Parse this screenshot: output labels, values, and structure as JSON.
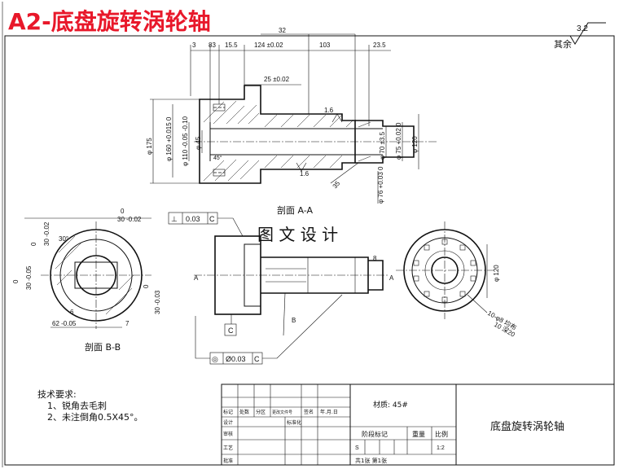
{
  "title": "A2-底盘旋转涡轮轴",
  "roughness": {
    "label": "其余",
    "value": "3.2"
  },
  "top_dims": [
    "3",
    "83",
    "15.5",
    "124 ±0.02",
    "32",
    "103",
    "23.5"
  ],
  "dim_25": "25 ±0.02",
  "roughness_marks": [
    "1.6",
    "1.6"
  ],
  "right_dims": [
    "φ 70 ±3.5",
    "φ 75 +0.02 0",
    "φ 120"
  ],
  "left_dims": [
    "φ 175",
    "φ 160 +0.015 0",
    "φ 110 -0.05 -0.10",
    "φ 45"
  ],
  "dim_45deg": "45°",
  "dim_35": "35",
  "dim_76": "φ 76 +0.03 0",
  "section_aa": "剖面 A-A",
  "section_bb": "剖面 B-B",
  "watermark": "图 文 设 计",
  "perp_tol": [
    "⊥",
    "0.03",
    "C"
  ],
  "datum_c": "C",
  "conc_tol": [
    "◎",
    "Ø0.03",
    "C"
  ],
  "bb_dims": [
    "0",
    "30 -0.02",
    "0",
    "30 -0.02",
    "30°",
    "0",
    "30 -0.05",
    "0",
    "30 -0.03",
    "6",
    "62 -0.05",
    "7"
  ],
  "mid_dims": [
    "A",
    "8",
    "A",
    "B"
  ],
  "right_view_dims": [
    "φ 120",
    "10-φ8 均布",
    "10 深20"
  ],
  "tech_req": {
    "heading": "技术要求:",
    "items": [
      "1、锐角去毛刺",
      "2、未注倒角0.5X45°。"
    ]
  },
  "title_block": {
    "material": "材质: 45#",
    "part_name": "底盘旋转涡轮轴",
    "stage_label": "阶段标记",
    "weight_label": "重量",
    "scale_label": "比例",
    "scale_value": "1:2",
    "sheet": "共1张 第1张",
    "s_mark": "S",
    "rev_headers": [
      "标记",
      "处数",
      "分区",
      "更改文件号",
      "签名",
      "年.月.日"
    ],
    "roles": [
      "设计",
      "标准化",
      "审核",
      "工艺",
      "批准"
    ]
  }
}
